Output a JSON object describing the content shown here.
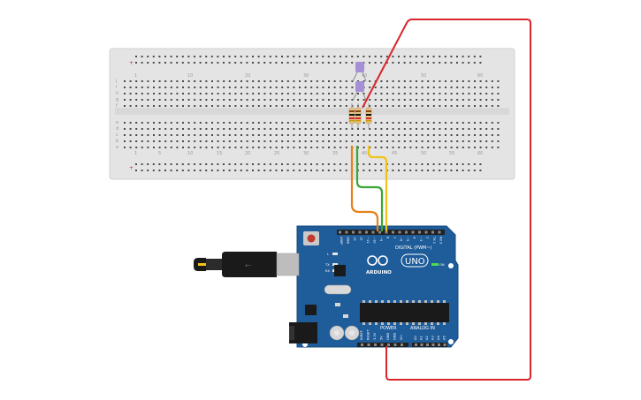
{
  "breadboard": {
    "column_labels": [
      "1",
      "5",
      "10",
      "15",
      "20",
      "25",
      "30",
      "35",
      "40",
      "45",
      "50",
      "55",
      "60"
    ],
    "row_labels_top": [
      "j",
      "i",
      "h",
      "g",
      "f"
    ],
    "row_labels_bottom": [
      "e",
      "d",
      "c",
      "b",
      "a"
    ]
  },
  "arduino": {
    "brand_text": "ARDUINO",
    "model_text": "UNO",
    "digital_label": "DIGITAL (PWM~)",
    "power_label": "POWER",
    "analog_label": "ANALOG IN",
    "on_label": "ON",
    "tx_label": "TX",
    "rx_label": "RX",
    "l_label": "L",
    "digital_pins": [
      "AREF",
      "GND",
      "13",
      "12",
      "~11",
      "~10",
      "~9",
      "8",
      "7",
      "~6",
      "~5",
      "4",
      "~3",
      "2",
      "TX 1",
      "RX 0"
    ],
    "power_pins": [
      "IOREF",
      "RESET",
      "3.3V",
      "5V",
      "GND",
      "GND",
      "Vin"
    ],
    "analog_pins": [
      "A0",
      "A1",
      "A2",
      "A3",
      "A4",
      "A5"
    ]
  },
  "colors": {
    "wire_red": "#d9262c",
    "wire_orange": "#e5801a",
    "wire_green": "#3aa635",
    "wire_yellow": "#f0c419",
    "board_blue": "#1f5c9a",
    "led_purple": "#a58fd6"
  }
}
